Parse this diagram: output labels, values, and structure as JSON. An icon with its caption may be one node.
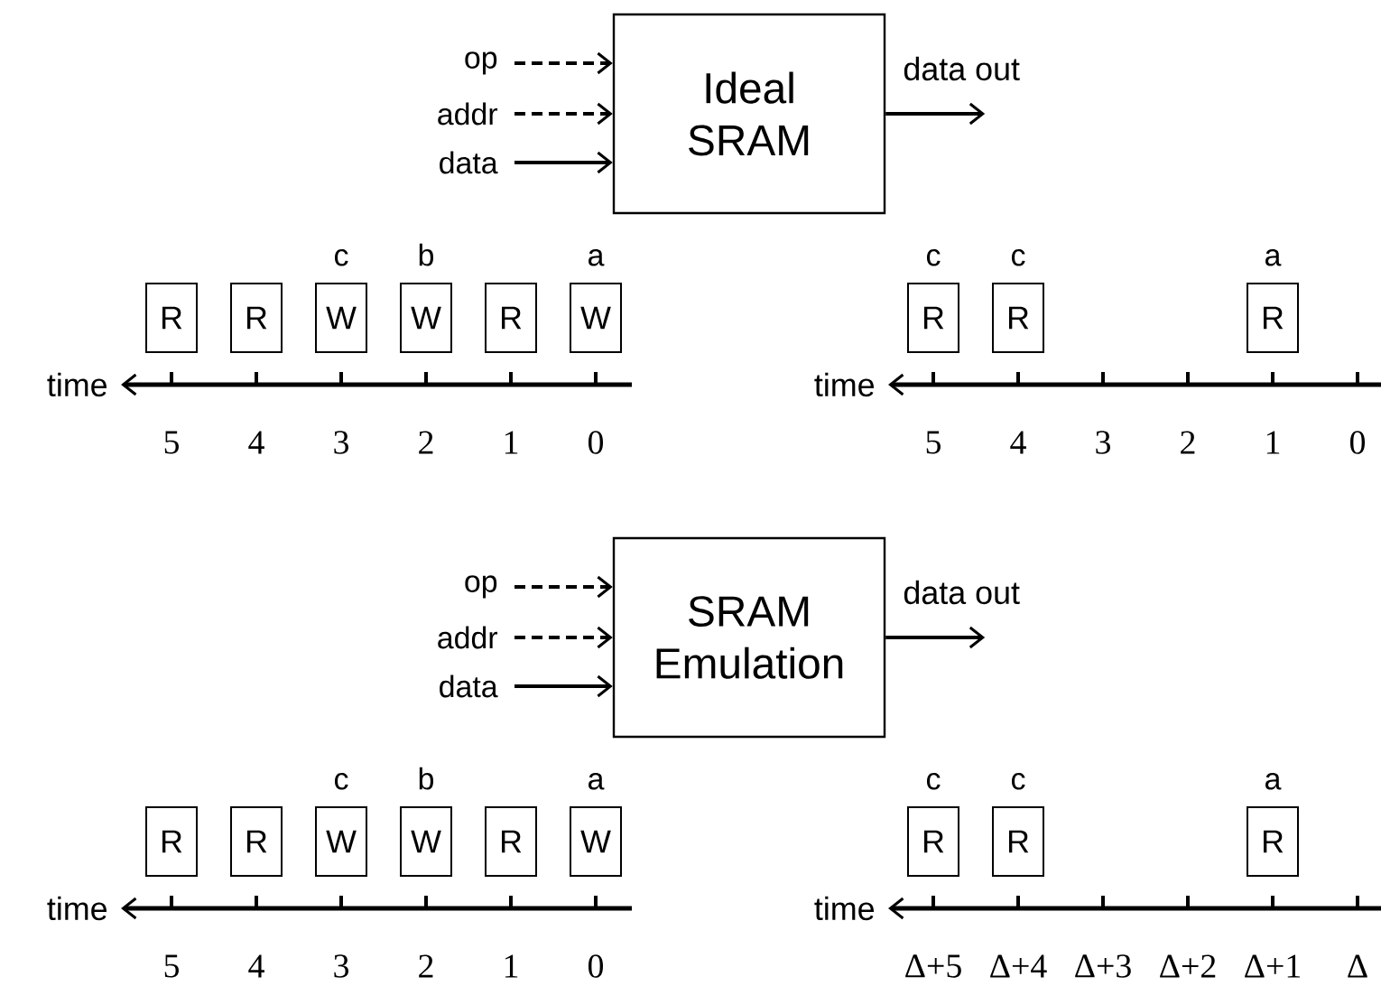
{
  "diagram": {
    "nodes": [
      {
        "text": [
          "op"
        ]
      },
      {
        "text": [
          "addr"
        ]
      },
      {
        "text": [
          "data"
        ]
      },
      {
        "text": [
          "Ideal SRAM"
        ]
      },
      {
        "text": [
          "R"
        ]
      },
      {
        "text": [
          "R"
        ]
      },
      {
        "text": [
          "W"
        ],
        "beside": [
          "c"
        ]
      },
      {
        "text": [
          "W"
        ],
        "beside": [
          "b"
        ]
      },
      {
        "text": [
          "R"
        ]
      },
      {
        "text": [
          "W"
        ],
        "beside": [
          "a"
        ]
      },
      {
        "text": [
          "R"
        ],
        "beside": [
          "c"
        ]
      },
      {
        "text": [
          "R"
        ],
        "beside": [
          "c"
        ]
      },
      {
        "text": [
          "R"
        ],
        "beside": [
          "a"
        ]
      },
      {
        "text": [
          "op"
        ]
      },
      {
        "text": [
          "addr"
        ]
      },
      {
        "text": [
          "data"
        ]
      },
      {
        "text": [
          "SRAM Emulation"
        ]
      },
      {
        "text": [
          "R"
        ]
      },
      {
        "text": [
          "R"
        ]
      },
      {
        "text": [
          "W"
        ],
        "beside": [
          "c"
        ]
      },
      {
        "text": [
          "W"
        ],
        "beside": [
          "b"
        ]
      },
      {
        "text": [
          "R"
        ]
      },
      {
        "text": [
          "W"
        ],
        "beside": [
          "a"
        ]
      },
      {
        "text": [
          "R"
        ],
        "beside": [
          "c"
        ]
      },
      {
        "text": [
          "R"
        ],
        "beside": [
          "c"
        ]
      },
      {
        "text": [
          "R"
        ],
        "beside": [
          "a"
        ]
      }
    ],
    "edges": [
      {
        "from": 0,
        "to": 3,
        "arrow": "to",
        "style": "dashed"
      },
      {
        "from": 1,
        "to": 3,
        "arrow": "to",
        "style": "dashed"
      },
      {
        "from": 2,
        "to": 3,
        "arrow": "to"
      },
      {
        "from": 3,
        "to": null,
        "arrow": "to",
        "label": "data out"
      },
      {
        "from": 13,
        "to": 16,
        "arrow": "to",
        "style": "dashed"
      },
      {
        "from": 14,
        "to": 16,
        "arrow": "to",
        "style": "dashed"
      },
      {
        "from": 15,
        "to": 16,
        "arrow": "to"
      },
      {
        "from": 16,
        "to": null,
        "arrow": "to",
        "label": "data out"
      }
    ],
    "labels": [
      "time",
      "5",
      "4",
      "3",
      "2",
      "1",
      "0",
      "time",
      "5",
      "4",
      "3",
      "2",
      "1",
      "0",
      "time",
      "5",
      "4",
      "3",
      "2",
      "1",
      "0",
      "time",
      "Δ+5",
      "Δ+4",
      "Δ+3",
      "Δ+2",
      "Δ+1",
      "Δ"
    ]
  }
}
